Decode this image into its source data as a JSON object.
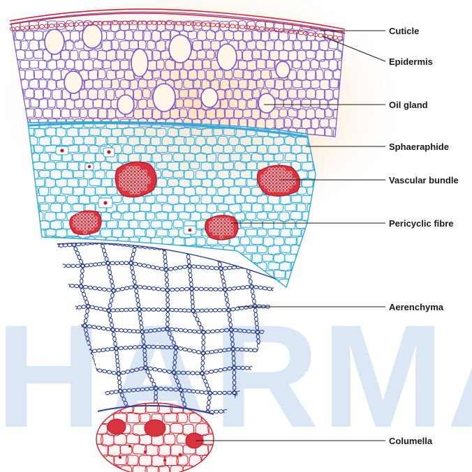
{
  "watermark_text": "HARMAC",
  "colors": {
    "cuticle": "#d6222e",
    "epidermis": "#7a52c4",
    "cortex": "#2fa9d8",
    "aerenchyma": "#2d3f8f",
    "columella": "#d6222e",
    "bundle_fill": "#d8343f",
    "glow": "#fbc98f",
    "watermark": "#dbe7f4"
  },
  "labels": {
    "cuticle": "Cuticle",
    "epidermis": "Epidermis",
    "oil_gland": "Oil gland",
    "sphaeraphide": "Sphaeraphide",
    "vascular_bundle": "Vascular bundle",
    "pericyclic_fibre": "Pericyclic fibre",
    "aerenchyma": "Aerenchyma",
    "columella": "Columella"
  }
}
